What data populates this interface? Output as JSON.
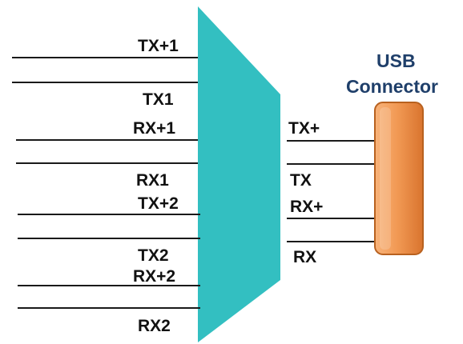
{
  "mux_color": "#33BFC1",
  "connector": {
    "title_line1": "USB",
    "title_line2": "Connector",
    "fill_top": "#F8B37A",
    "fill_mid": "#F29A55",
    "fill_bottom": "#D9742E",
    "border": "#B8611F"
  },
  "left_lines": [
    {
      "label": "TX+1"
    },
    {
      "label": "TX1"
    },
    {
      "label": "RX+1"
    },
    {
      "label": "RX1"
    },
    {
      "label": "TX+2"
    },
    {
      "label": "TX2"
    },
    {
      "label": "RX+2"
    },
    {
      "label": "RX2"
    }
  ],
  "right_lines": [
    {
      "label": "TX+"
    },
    {
      "label": "TX"
    },
    {
      "label": "RX+"
    },
    {
      "label": "RX"
    }
  ]
}
